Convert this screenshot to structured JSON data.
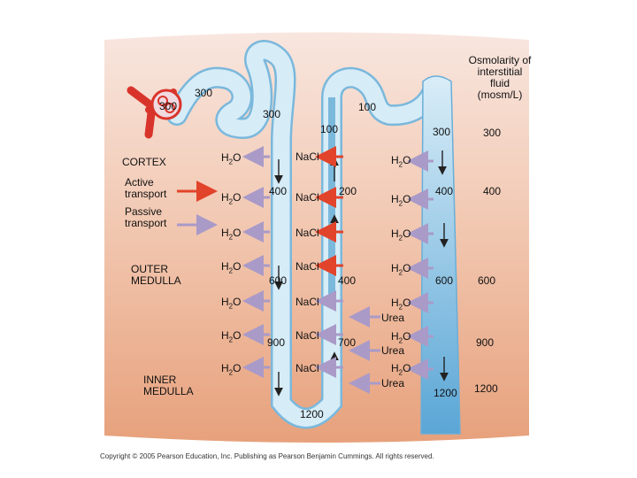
{
  "header": {
    "osmolarity_title": "Osmolarity of\ninterstitial\nfluid\n(mosm/L)"
  },
  "regions": {
    "cortex": "CORTEX",
    "outer_medulla": "OUTER\nMEDULLA",
    "inner_medulla": "INNER\nMEDULLA"
  },
  "legend": {
    "active": "Active\ntransport",
    "passive": "Passive\ntransport"
  },
  "substances": {
    "water_base": "H",
    "water_sub": "2",
    "water_tail": "O",
    "nacl": "NaCl",
    "urea": "Urea"
  },
  "values": {
    "v300": "300",
    "v100": "100",
    "v200": "200",
    "v400": "400",
    "v600": "600",
    "v700": "700",
    "v900": "900",
    "v1200": "1200"
  },
  "colors": {
    "active_arrow": "#e2432b",
    "passive_arrow": "#a99ac8",
    "tubule": "#c9e4f2",
    "tubule_dark": "#7ab8dc",
    "blood": "#d9342b"
  },
  "copyright": "Copyright © 2005 Pearson Education, Inc. Publishing as Pearson Benjamin Cummings. All rights reserved."
}
